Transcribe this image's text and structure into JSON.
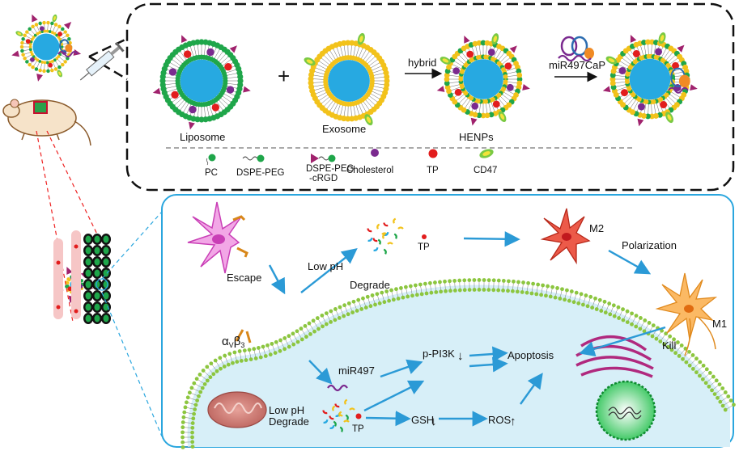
{
  "top_panel": {
    "liposome": "Liposome",
    "exosome": "Exosome",
    "plus": "+",
    "hybrid": "hybrid",
    "henps": "HENPs",
    "mirna_complex": "miR497CaP"
  },
  "legend": {
    "pc": "PC",
    "dspe_peg": "DSPE-PEG",
    "dspe_peg_crgd_1": "DSPE-PEG",
    "dspe_peg_crgd_2": "-cRGD",
    "cholesterol": "Cholesterol",
    "tp": "TP",
    "cd47": "CD47"
  },
  "bottom_panel": {
    "escape": "Escape",
    "low_ph": "Low pH",
    "degrade": "Degrade",
    "tp_top": "TP",
    "m2": "M2",
    "polarization": "Polarization",
    "m1": "M1",
    "kill": "Kill",
    "integrin_alpha": "α",
    "integrin_v": "V",
    "integrin_beta": "β",
    "integrin_3": "3",
    "mir497": "miR497",
    "p_pi3k": "p-PI3K",
    "apoptosis": "Apoptosis",
    "low_ph_2": "Low pH",
    "degrade_2": "Degrade",
    "tp_bottom": "TP",
    "gsh": "GSH",
    "ros": "ROS"
  },
  "colors": {
    "lipid_head": "#f2c21b",
    "pc_head": "#1fa64a",
    "core": "#27a9e1",
    "tp": "#e21d1d",
    "cholesterol": "#7b2a8f",
    "crgd": "#a0226d",
    "cd47": "#7ac943",
    "arrow_blue": "#2b9ad6",
    "panel_border": "#2aa6de",
    "cytoplasm": "#d7eff8",
    "m2_cell": "#e84b3c",
    "m1_cell": "#f7a13b"
  },
  "arrow_symbols": {
    "down": "↓",
    "up": "↑"
  }
}
